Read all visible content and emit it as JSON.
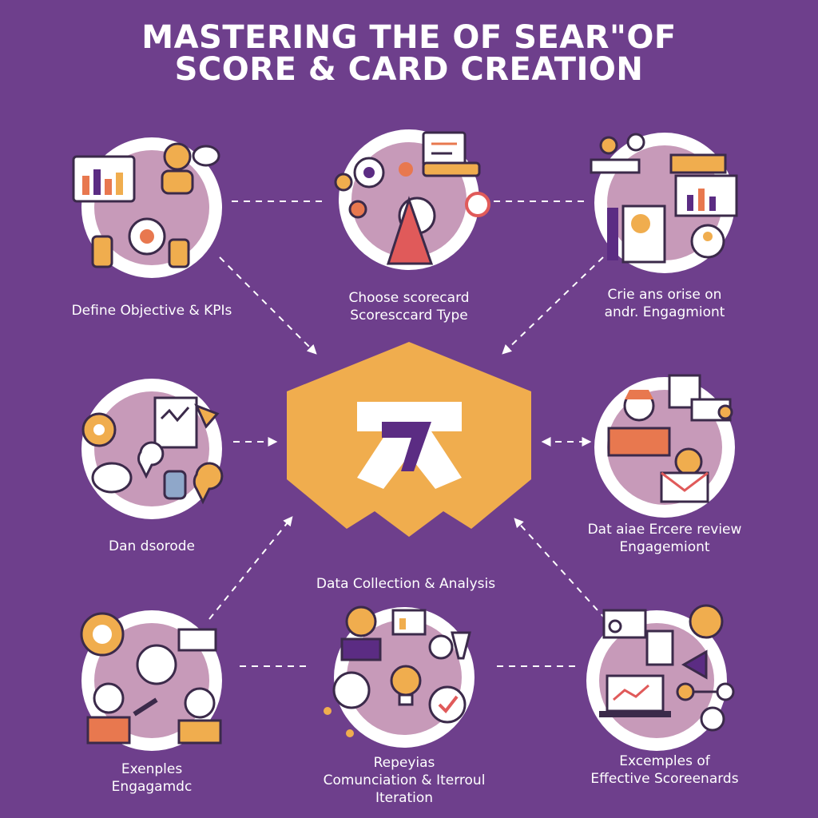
{
  "title": {
    "line1": "MASTERING THE  OF SEAR\"OF",
    "line2": "SCORE & CARD CREATION"
  },
  "center": {
    "icon_name": "scorecard-hexagon-logo",
    "color": "#f0ad4e",
    "label": "Data Collection & Analysis"
  },
  "nodes": [
    {
      "id": "define-objective",
      "lines": [
        "Define Objective & KPIs"
      ],
      "icon": "dashboard-people-icon"
    },
    {
      "id": "choose-type",
      "lines": [
        "Choose scorecard",
        "Scoresccard Type"
      ],
      "icon": "tools-network-icon"
    },
    {
      "id": "crieans-engagement",
      "lines": [
        "Crie ans orise on",
        "andr. Engagmiont"
      ],
      "icon": "document-chart-icon"
    },
    {
      "id": "dan-dsorode",
      "lines": [
        "Dan dsorode"
      ],
      "icon": "gears-location-icon"
    },
    {
      "id": "review-engagement",
      "lines": [
        "Dat aiae Ercere review",
        "Engagemiont"
      ],
      "icon": "person-mail-icon"
    },
    {
      "id": "exenples-engagamdc",
      "lines": [
        "Exenples",
        "Engagamdc"
      ],
      "icon": "lightbulb-people-icon"
    },
    {
      "id": "communication-iteration",
      "lines": [
        "Repeyias",
        "Comunciation & Iterroul",
        "Iteration"
      ],
      "icon": "presenter-bulb-icon"
    },
    {
      "id": "examples-scorecards",
      "lines": [
        "Excemples of",
        "Effective Scoreenards"
      ],
      "icon": "laptop-network-icon"
    }
  ],
  "colors": {
    "background": "#6e3f8c",
    "accent_orange": "#f0ad4e",
    "accent_purple": "#5b2c83",
    "node_fill": "#c79ab9",
    "line": "#ffffff"
  }
}
